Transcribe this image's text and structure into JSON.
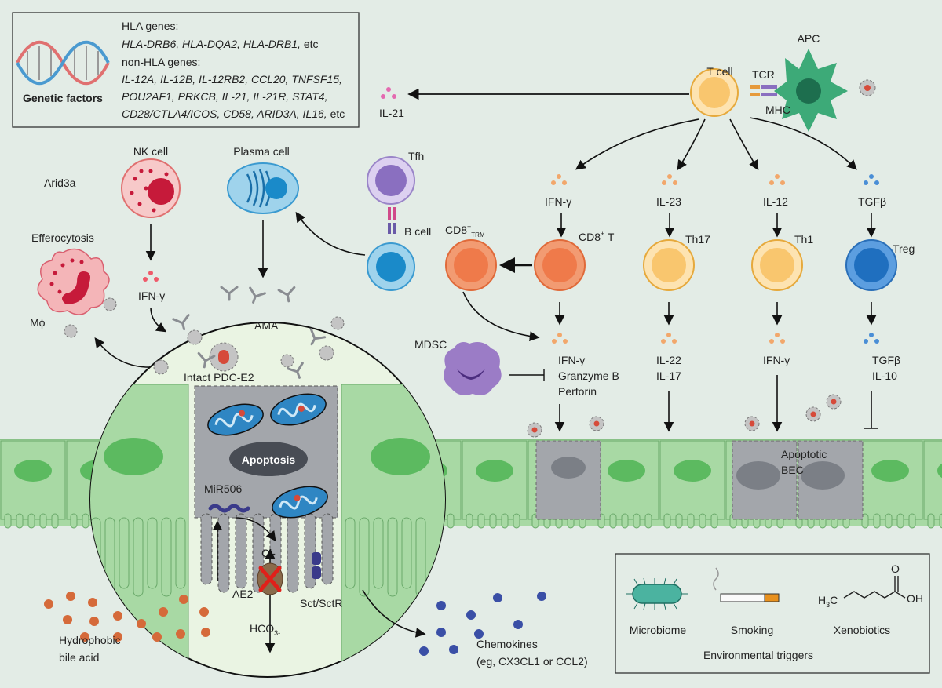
{
  "genetic_box": {
    "icon_label": "Genetic factors",
    "hla_title": "HLA genes:",
    "hla_list": "HLA-DRB6, HLA-DQA2, HLA-DRB1,",
    "hla_etc": " etc",
    "non_hla_title": "non-HLA genes:",
    "non_hla_line1": "IL-12A, IL-12B, IL-12RB2, CCL20, TNFSF15,",
    "non_hla_line2": "POU2AF1, PRKCB, IL-21, IL-21R, STAT4,",
    "non_hla_line3": "CD28/CTLA4/ICOS, CD58, ARID3A, IL16,",
    "non_hla_etc": " etc"
  },
  "top": {
    "t_cell": "T cell",
    "apc": "APC",
    "tcr": "TCR",
    "mhc": "MHC",
    "il21": "IL-21"
  },
  "cells": {
    "nk_cell": "NK cell",
    "arid3a": "Arid3a",
    "plasma_cell": "Plasma cell",
    "tfh": "Tfh",
    "b_cell": "B cell",
    "cd8_trm_main": "CD8",
    "cd8_trm_sup": "+",
    "cd8_trm_sub": "TRM",
    "cd8_t_main": "CD8",
    "cd8_t_sup": "+",
    "cd8_t_tail": " T",
    "th17": "Th17",
    "th1": "Th1",
    "treg": "Treg",
    "mdsc": "MDSC",
    "efferocytosis": "Efferocytosis",
    "macrophage": "Mϕ"
  },
  "cytokines": {
    "nk_ifn": "IFN-γ",
    "ifn_gamma_top": "IFN-γ",
    "il23": "IL-23",
    "il12": "IL-12",
    "tgfb_top": "TGFβ",
    "cd8_out1": "IFN-γ",
    "cd8_out2": "Granzyme B",
    "cd8_out3": "Perforin",
    "th17_out1": "IL-22",
    "th17_out2": "IL-17",
    "th1_out": "IFN-γ",
    "treg_out1": "TGFβ",
    "treg_out2": "IL-10"
  },
  "inset": {
    "ama": "AMA",
    "intact_pdc": "Intact PDC-E2",
    "apoptosis": "Apoptosis",
    "mir506": "MiR506",
    "cl": "Cl-",
    "ae2": "AE2",
    "hco3": "HCO",
    "hco3_sub": "3-",
    "sct": "Sct/SctR"
  },
  "bottom": {
    "apoptotic_bec_1": "Apoptotic",
    "apoptotic_bec_2": "BEC",
    "bile_acid_1": "Hydrophobic",
    "bile_acid_2": "bile acid",
    "chemokines_1": "Chemokines",
    "chemokines_2": "(eg, CX3CL1 or CCL2)"
  },
  "env_box": {
    "microbiome": "Microbiome",
    "smoking": "Smoking",
    "xenobiotics": "Xenobiotics",
    "caption": "Environmental triggers",
    "chem_h3c": "H",
    "chem_3": "3",
    "chem_c": "C",
    "chem_o": "O",
    "chem_oh": "OH"
  },
  "colors": {
    "background": "#e3ece6",
    "epithelium": "#a8d9a4",
    "nucleus_green": "#5cba60",
    "apoptotic_gray": "#a3a6ab",
    "t_cell": "#f9c66e",
    "effector_orange": "#ef7a4a",
    "treg_blue": "#1f6fbf",
    "apc_green": "#3daa78",
    "bile_acid": "#d56a3a",
    "chemokine": "#3a4fa6",
    "mitochondria": "#2f86c3"
  }
}
